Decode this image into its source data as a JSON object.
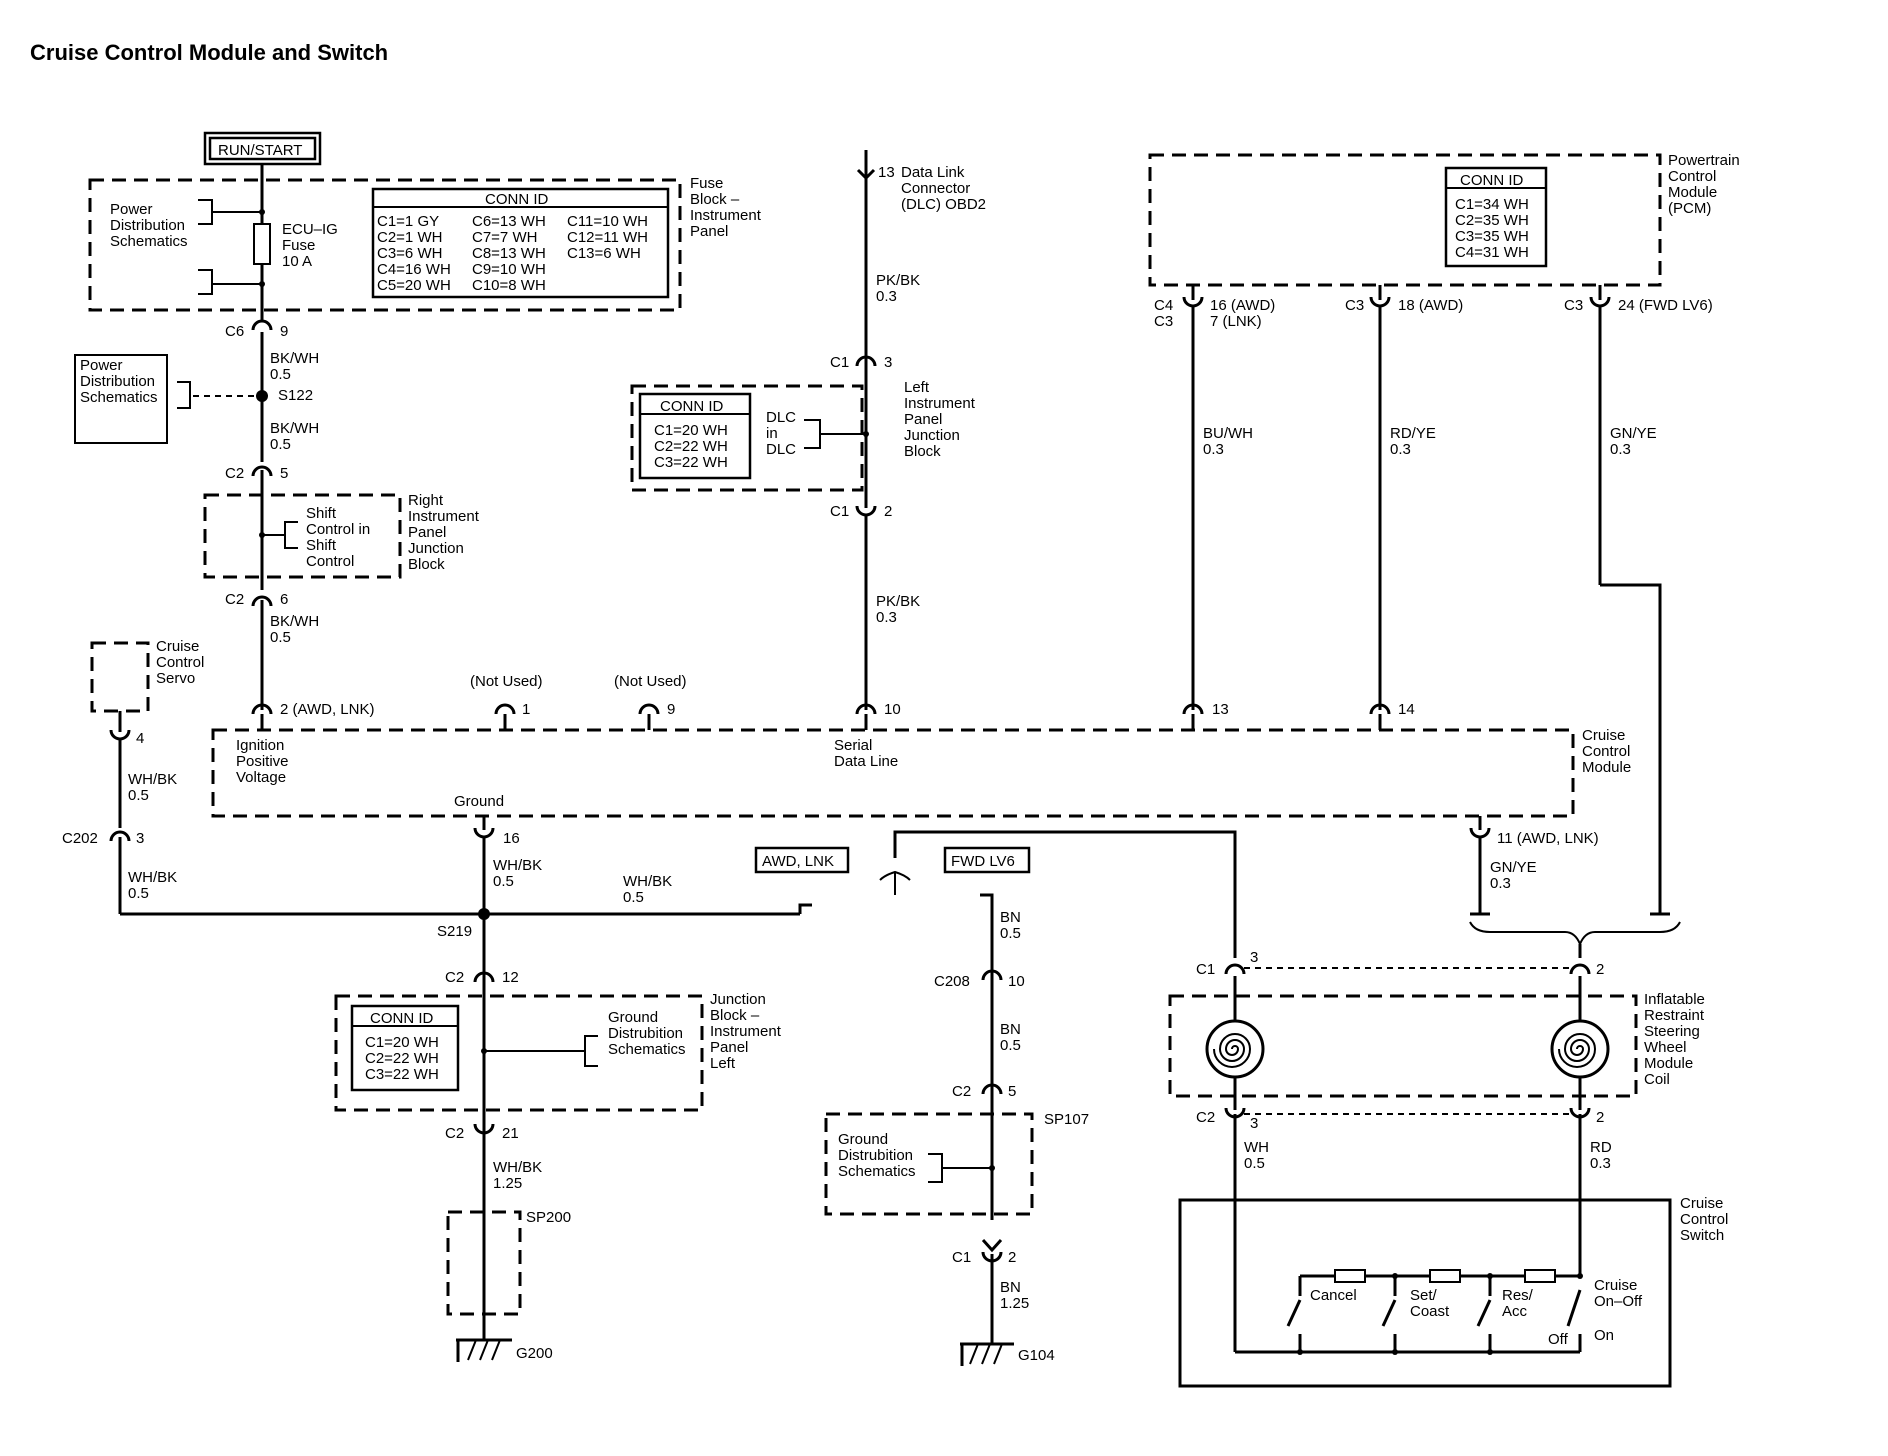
{
  "title": "Cruise Control Module and Switch",
  "run_start": "RUN/START",
  "fuse_block": {
    "label": [
      "Fuse",
      "Block –",
      "Instrument",
      "Panel"
    ],
    "power_dist": [
      "Power",
      "Distribution",
      "Schematics"
    ],
    "fuse": [
      "ECU–IG",
      "Fuse",
      "10 A"
    ],
    "conn_id_title": "CONN ID",
    "conn_col1": [
      "C1=1 GY",
      "C2=1 WH",
      "C3=6 WH",
      "C4=16 WH",
      "C5=20 WH"
    ],
    "conn_col2": [
      "C6=13 WH",
      "C7=7 WH",
      "C8=13 WH",
      "C9=10 WH",
      "C10=8 WH"
    ],
    "conn_col3": [
      "C11=10 WH",
      "C12=11 WH",
      "C13=6 WH"
    ]
  },
  "left_wire": {
    "c6": "C6",
    "c6_pin": "9",
    "w1": [
      "BK/WH",
      "0.5"
    ],
    "splice": "S122",
    "pd2": [
      "Power",
      "Distribution",
      "Schematics"
    ],
    "w2": [
      "BK/WH",
      "0.5"
    ],
    "c2a": "C2",
    "c2a_pin": "5",
    "shift": [
      "Shift",
      "Control in",
      "Shift",
      "Control"
    ],
    "rip": [
      "Right",
      "Instrument",
      "Panel",
      "Junction",
      "Block"
    ],
    "c2b": "C2",
    "c2b_pin": "6",
    "w3": [
      "BK/WH",
      "0.5"
    ]
  },
  "dlc": {
    "pin": "13",
    "label": [
      "Data Link",
      "Connector",
      "(DLC) OBD2"
    ],
    "w1": [
      "PK/BK",
      "0.3"
    ],
    "c1a": "C1",
    "c1a_pin": "3",
    "conn_id_title": "CONN ID",
    "conn": [
      "C1=20 WH",
      "C2=22 WH",
      "C3=22 WH"
    ],
    "dlc_in": [
      "DLC",
      "in",
      "DLC"
    ],
    "lip": [
      "Left",
      "Instrument",
      "Panel",
      "Junction",
      "Block"
    ],
    "c1b": "C1",
    "c1b_pin": "2",
    "w2": [
      "PK/BK",
      "0.3"
    ]
  },
  "pcm": {
    "label": [
      "Powertrain",
      "Control",
      "Module",
      "(PCM)"
    ],
    "conn_id_title": "CONN ID",
    "conn": [
      "C1=34 WH",
      "C2=35 WH",
      "C3=35 WH",
      "C4=31 WH"
    ],
    "p1_conn": [
      "C4",
      "C3"
    ],
    "p1_pin": [
      "16 (AWD)",
      "7 (LNK)"
    ],
    "p2_conn": "C3",
    "p2_pin": "18 (AWD)",
    "p3_conn": "C3",
    "p3_pin": "24 (FWD LV6)",
    "w1": [
      "BU/WH",
      "0.3"
    ],
    "w2": [
      "RD/YE",
      "0.3"
    ],
    "w3": [
      "GN/YE",
      "0.3"
    ]
  },
  "servo": {
    "label": [
      "Cruise",
      "Control",
      "Servo"
    ],
    "pin": "4",
    "w": [
      "WH/BK",
      "0.5"
    ],
    "c202": "C202",
    "c202_pin": "3",
    "w2": [
      "WH/BK",
      "0.5"
    ]
  },
  "ccm": {
    "label": [
      "Cruise",
      "Control",
      "Module"
    ],
    "pins": {
      "p2": "2 (AWD, LNK)",
      "p1": "1",
      "p9": "9",
      "p10": "10",
      "p13": "13",
      "p14": "14",
      "not_used_1": "(Not Used)",
      "not_used_2": "(Not Used)"
    },
    "ign": [
      "Ignition",
      "Positive",
      "Voltage"
    ],
    "serial": [
      "Serial",
      "Data Line"
    ],
    "ground": "Ground",
    "p16": "16",
    "p11": "11 (AWD, LNK)",
    "w11": [
      "GN/YE",
      "0.3"
    ]
  },
  "ground_path": {
    "w1": [
      "WH/BK",
      "0.5"
    ],
    "w2": [
      "WH/BK",
      "0.5"
    ],
    "s219": "S219",
    "awd_lnk": "AWD, LNK",
    "fwd_lv6": "FWD LV6",
    "c2a": "C2",
    "c2a_pin": "12",
    "conn_id_title": "CONN ID",
    "conn": [
      "C1=20 WH",
      "C2=22 WH",
      "C3=22 WH"
    ],
    "gd": [
      "Ground",
      "Distrubition",
      "Schematics"
    ],
    "jb": [
      "Junction",
      "Block –",
      "Instrument",
      "Panel",
      "Left"
    ],
    "c2b": "C2",
    "c2b_pin": "21",
    "w3": [
      "WH/BK",
      "1.25"
    ],
    "sp200": "SP200",
    "g200": "G200"
  },
  "fwd_path": {
    "w1": [
      "BN",
      "0.5"
    ],
    "c208": "C208",
    "c208_pin": "10",
    "w2": [
      "BN",
      "0.5"
    ],
    "c2": "C2",
    "c2_pin": "5",
    "sp107": "SP107",
    "gd": [
      "Ground",
      "Distrubition",
      "Schematics"
    ],
    "c1": "C1",
    "c1_pin": "2",
    "w3": [
      "BN",
      "1.25"
    ],
    "g104": "G104"
  },
  "coil": {
    "label": [
      "Inflatable",
      "Restraint",
      "Steering",
      "Wheel",
      "Module",
      "Coil"
    ],
    "c1": "C1",
    "c1_pin3": "3",
    "c1_pin2": "2",
    "c2": "C2",
    "c2_pin3": "3",
    "c2_pin2": "2",
    "w_left": [
      "WH",
      "0.5"
    ],
    "w_right": [
      "RD",
      "0.3"
    ]
  },
  "switch": {
    "label": [
      "Cruise",
      "Control",
      "Switch"
    ],
    "cancel": "Cancel",
    "set": [
      "Set/",
      "Coast"
    ],
    "res": [
      "Res/",
      "Acc"
    ],
    "onoff": [
      "Cruise",
      "On–Off"
    ],
    "off": "Off",
    "on": "On"
  }
}
